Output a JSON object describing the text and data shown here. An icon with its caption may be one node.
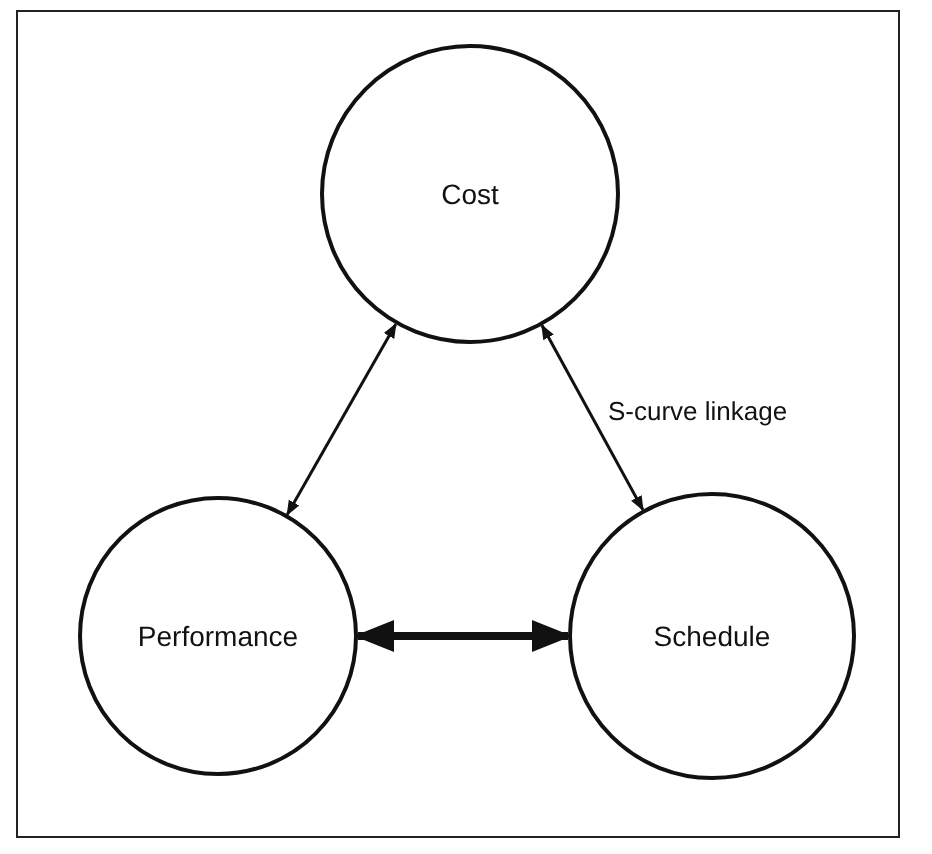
{
  "diagram": {
    "nodes": [
      {
        "text": [
          "Cost"
        ]
      },
      {
        "text": [
          "Performance"
        ]
      },
      {
        "text": [
          "Schedule"
        ]
      }
    ],
    "edges": [
      {
        "from": 0,
        "to": 1,
        "arrow": "both"
      },
      {
        "from": 0,
        "to": 2,
        "arrow": "both",
        "label": "S-curve linkage"
      },
      {
        "from": 1,
        "to": 2,
        "arrow": "both",
        "style": "thick"
      }
    ]
  }
}
